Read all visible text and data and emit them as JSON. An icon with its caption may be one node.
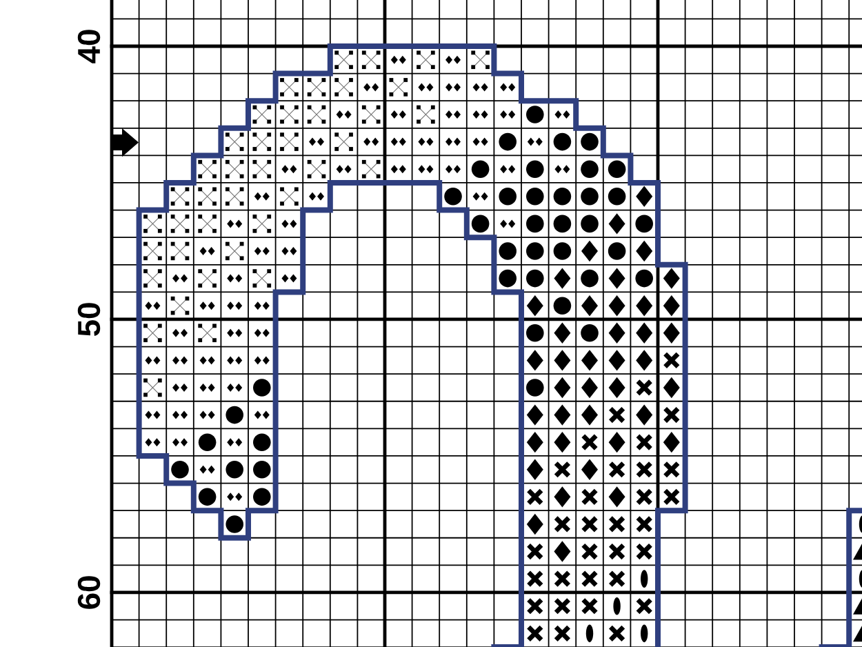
{
  "diagram": {
    "labels": [
      "40",
      "50",
      "60"
    ]
  }
}
